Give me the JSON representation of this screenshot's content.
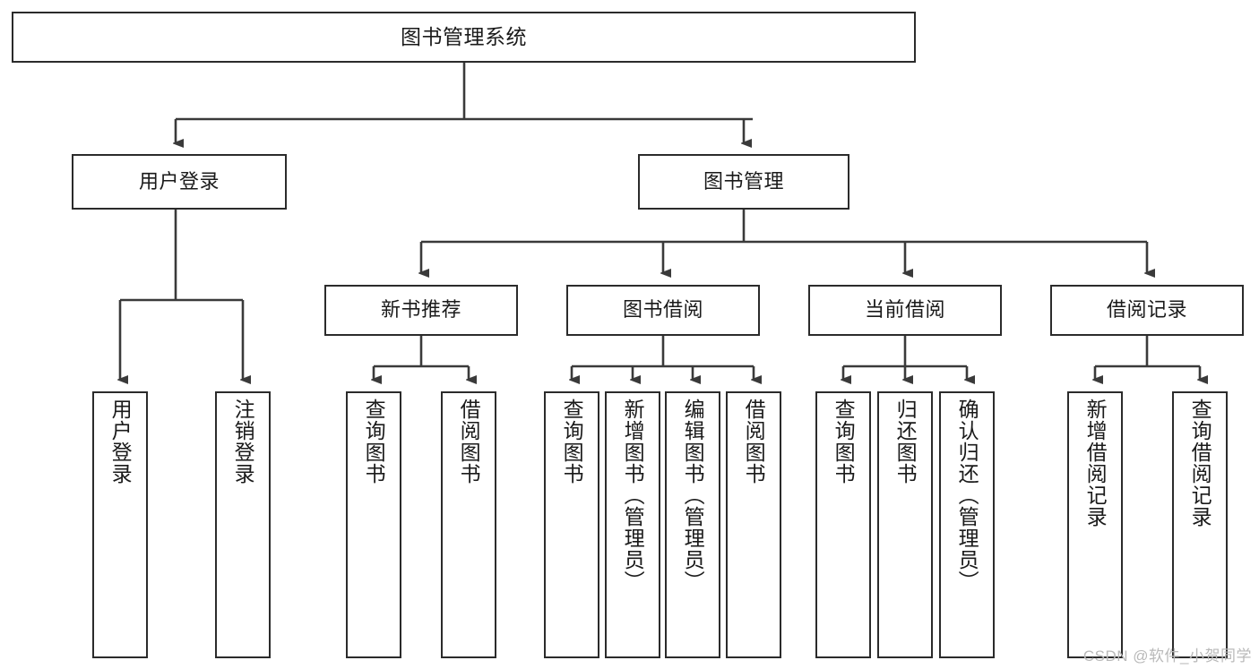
{
  "diagram": {
    "title": "图书管理系统",
    "type": "功能结构图",
    "watermark": "CSDN @软件_小贺同学",
    "colors": {
      "box_border": "#2b2b2b",
      "box_fill": "#ffffff",
      "connector": "#3a3a3a",
      "text": "#1a1a1a",
      "watermark": "#b9b9b9"
    },
    "nodes": {
      "root": {
        "label": "图书管理系统",
        "level": 0,
        "orientation": "horizontal"
      },
      "user_login": {
        "label": "用户登录",
        "level": 1,
        "orientation": "horizontal"
      },
      "book_manage": {
        "label": "图书管理",
        "level": 1,
        "orientation": "horizontal"
      },
      "new_book_rec": {
        "label": "新书推荐",
        "level": 2,
        "orientation": "horizontal"
      },
      "book_borrow": {
        "label": "图书借阅",
        "level": 2,
        "orientation": "horizontal"
      },
      "current_borrow": {
        "label": "当前借阅",
        "level": 2,
        "orientation": "horizontal"
      },
      "borrow_record": {
        "label": "借阅记录",
        "level": 2,
        "orientation": "horizontal"
      },
      "leaf_user_login": {
        "label": "用户登录",
        "level": 3,
        "orientation": "vertical"
      },
      "leaf_logout": {
        "label": "注销登录",
        "level": 3,
        "orientation": "vertical"
      },
      "leaf_query_book_a": {
        "label": "查询图书",
        "level": 3,
        "orientation": "vertical"
      },
      "leaf_borrow_book_a": {
        "label": "借阅图书",
        "level": 3,
        "orientation": "vertical"
      },
      "leaf_query_book_b": {
        "label": "查询图书",
        "level": 3,
        "orientation": "vertical"
      },
      "leaf_add_book": {
        "label": "新增图书（管理员）",
        "level": 3,
        "orientation": "vertical"
      },
      "leaf_edit_book": {
        "label": "编辑图书（管理员）",
        "level": 3,
        "orientation": "vertical"
      },
      "leaf_borrow_book_b": {
        "label": "借阅图书",
        "level": 3,
        "orientation": "vertical"
      },
      "leaf_query_book_c": {
        "label": "查询图书",
        "level": 3,
        "orientation": "vertical"
      },
      "leaf_return_book": {
        "label": "归还图书",
        "level": 3,
        "orientation": "vertical"
      },
      "leaf_confirm_return": {
        "label": "确认归还（管理员）",
        "level": 3,
        "orientation": "vertical"
      },
      "leaf_add_record": {
        "label": "新增借阅记录",
        "level": 3,
        "orientation": "vertical"
      },
      "leaf_query_record": {
        "label": "查询借阅记录",
        "level": 3,
        "orientation": "vertical"
      }
    },
    "edges": [
      {
        "from": "root",
        "to": "user_login"
      },
      {
        "from": "root",
        "to": "book_manage"
      },
      {
        "from": "user_login",
        "to": "leaf_user_login"
      },
      {
        "from": "user_login",
        "to": "leaf_logout"
      },
      {
        "from": "book_manage",
        "to": "new_book_rec"
      },
      {
        "from": "book_manage",
        "to": "book_borrow"
      },
      {
        "from": "book_manage",
        "to": "current_borrow"
      },
      {
        "from": "book_manage",
        "to": "borrow_record"
      },
      {
        "from": "new_book_rec",
        "to": "leaf_query_book_a"
      },
      {
        "from": "new_book_rec",
        "to": "leaf_borrow_book_a"
      },
      {
        "from": "book_borrow",
        "to": "leaf_query_book_b"
      },
      {
        "from": "book_borrow",
        "to": "leaf_add_book"
      },
      {
        "from": "book_borrow",
        "to": "leaf_edit_book"
      },
      {
        "from": "book_borrow",
        "to": "leaf_borrow_book_b"
      },
      {
        "from": "current_borrow",
        "to": "leaf_query_book_c"
      },
      {
        "from": "current_borrow",
        "to": "leaf_return_book"
      },
      {
        "from": "current_borrow",
        "to": "leaf_confirm_return"
      },
      {
        "from": "borrow_record",
        "to": "leaf_add_record"
      },
      {
        "from": "borrow_record",
        "to": "leaf_query_record"
      }
    ]
  }
}
